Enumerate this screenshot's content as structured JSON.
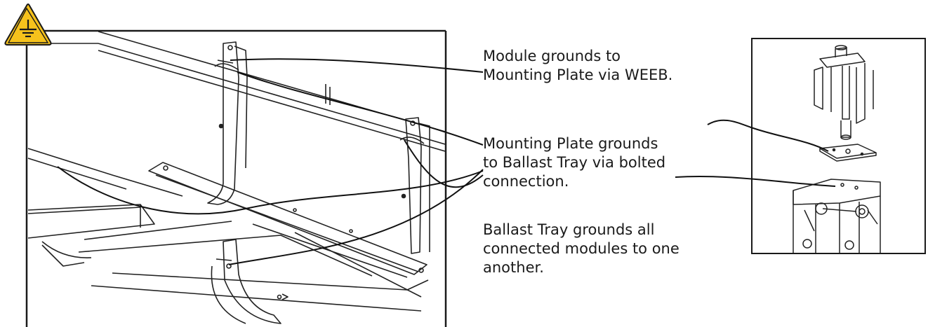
{
  "callouts": {
    "module_grounds": {
      "line1": "Module grounds to",
      "line2": "Mounting Plate via WEEB."
    },
    "mounting_plate": {
      "line1": "Mounting Plate grounds",
      "line2": "to Ballast Tray via bolted",
      "line3": "connection."
    },
    "ballast_tray": {
      "line1": "Ballast Tray grounds all",
      "line2": "connected modules to one",
      "line3": "another."
    }
  },
  "icons": {
    "warning": "ground-warning-icon"
  },
  "colors": {
    "warning_fill": "#f6c21c",
    "line": "#111111",
    "frame": "#1a1a1a"
  }
}
